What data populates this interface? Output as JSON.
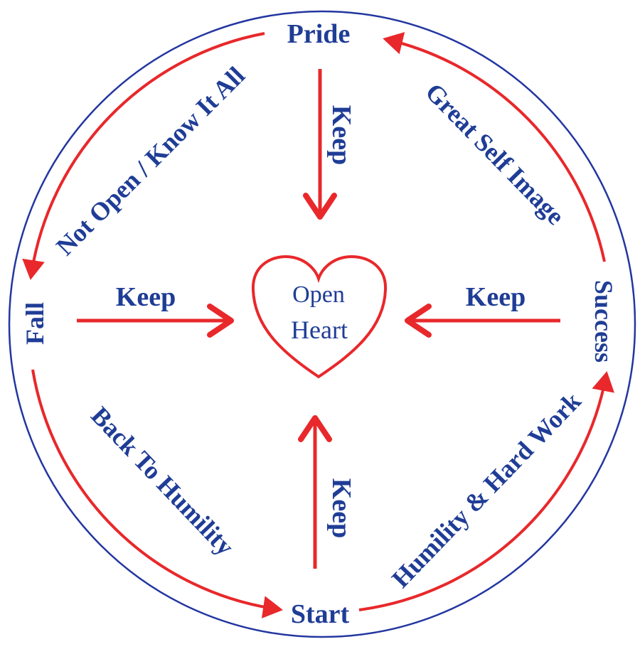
{
  "colors": {
    "circle": "#2336a0",
    "arrow": "#e8282b",
    "text": "#1f3d96",
    "heart": "#e8282b",
    "background": "#ffffff"
  },
  "nodes": {
    "top": "Pride",
    "right": "Success",
    "bottom": "Start",
    "left": "Fall"
  },
  "cycle_labels": {
    "top_left": "Not Open / Know It All",
    "top_right": "Great Self Image",
    "bottom_right": "Humility & Hard Work",
    "bottom_left": "Back To Humility"
  },
  "spokes": {
    "top": "Keep",
    "right": "Keep",
    "bottom": "Keep",
    "left": "Keep"
  },
  "center": {
    "line1": "Open",
    "line2": "Heart"
  }
}
